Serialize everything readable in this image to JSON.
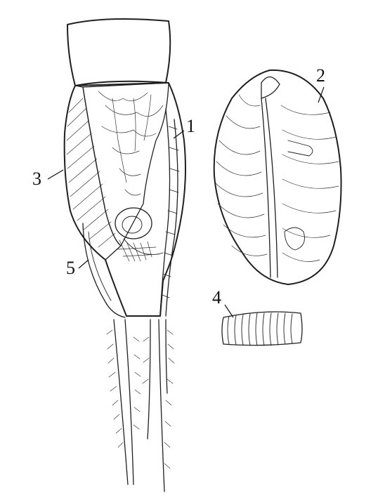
{
  "figure": {
    "labels": {
      "l1": "1",
      "l2": "2",
      "l3": "3",
      "l4": "4",
      "l5": "5"
    },
    "colors": {
      "ink": "#1f1f1f",
      "background": "#ffffff"
    }
  }
}
